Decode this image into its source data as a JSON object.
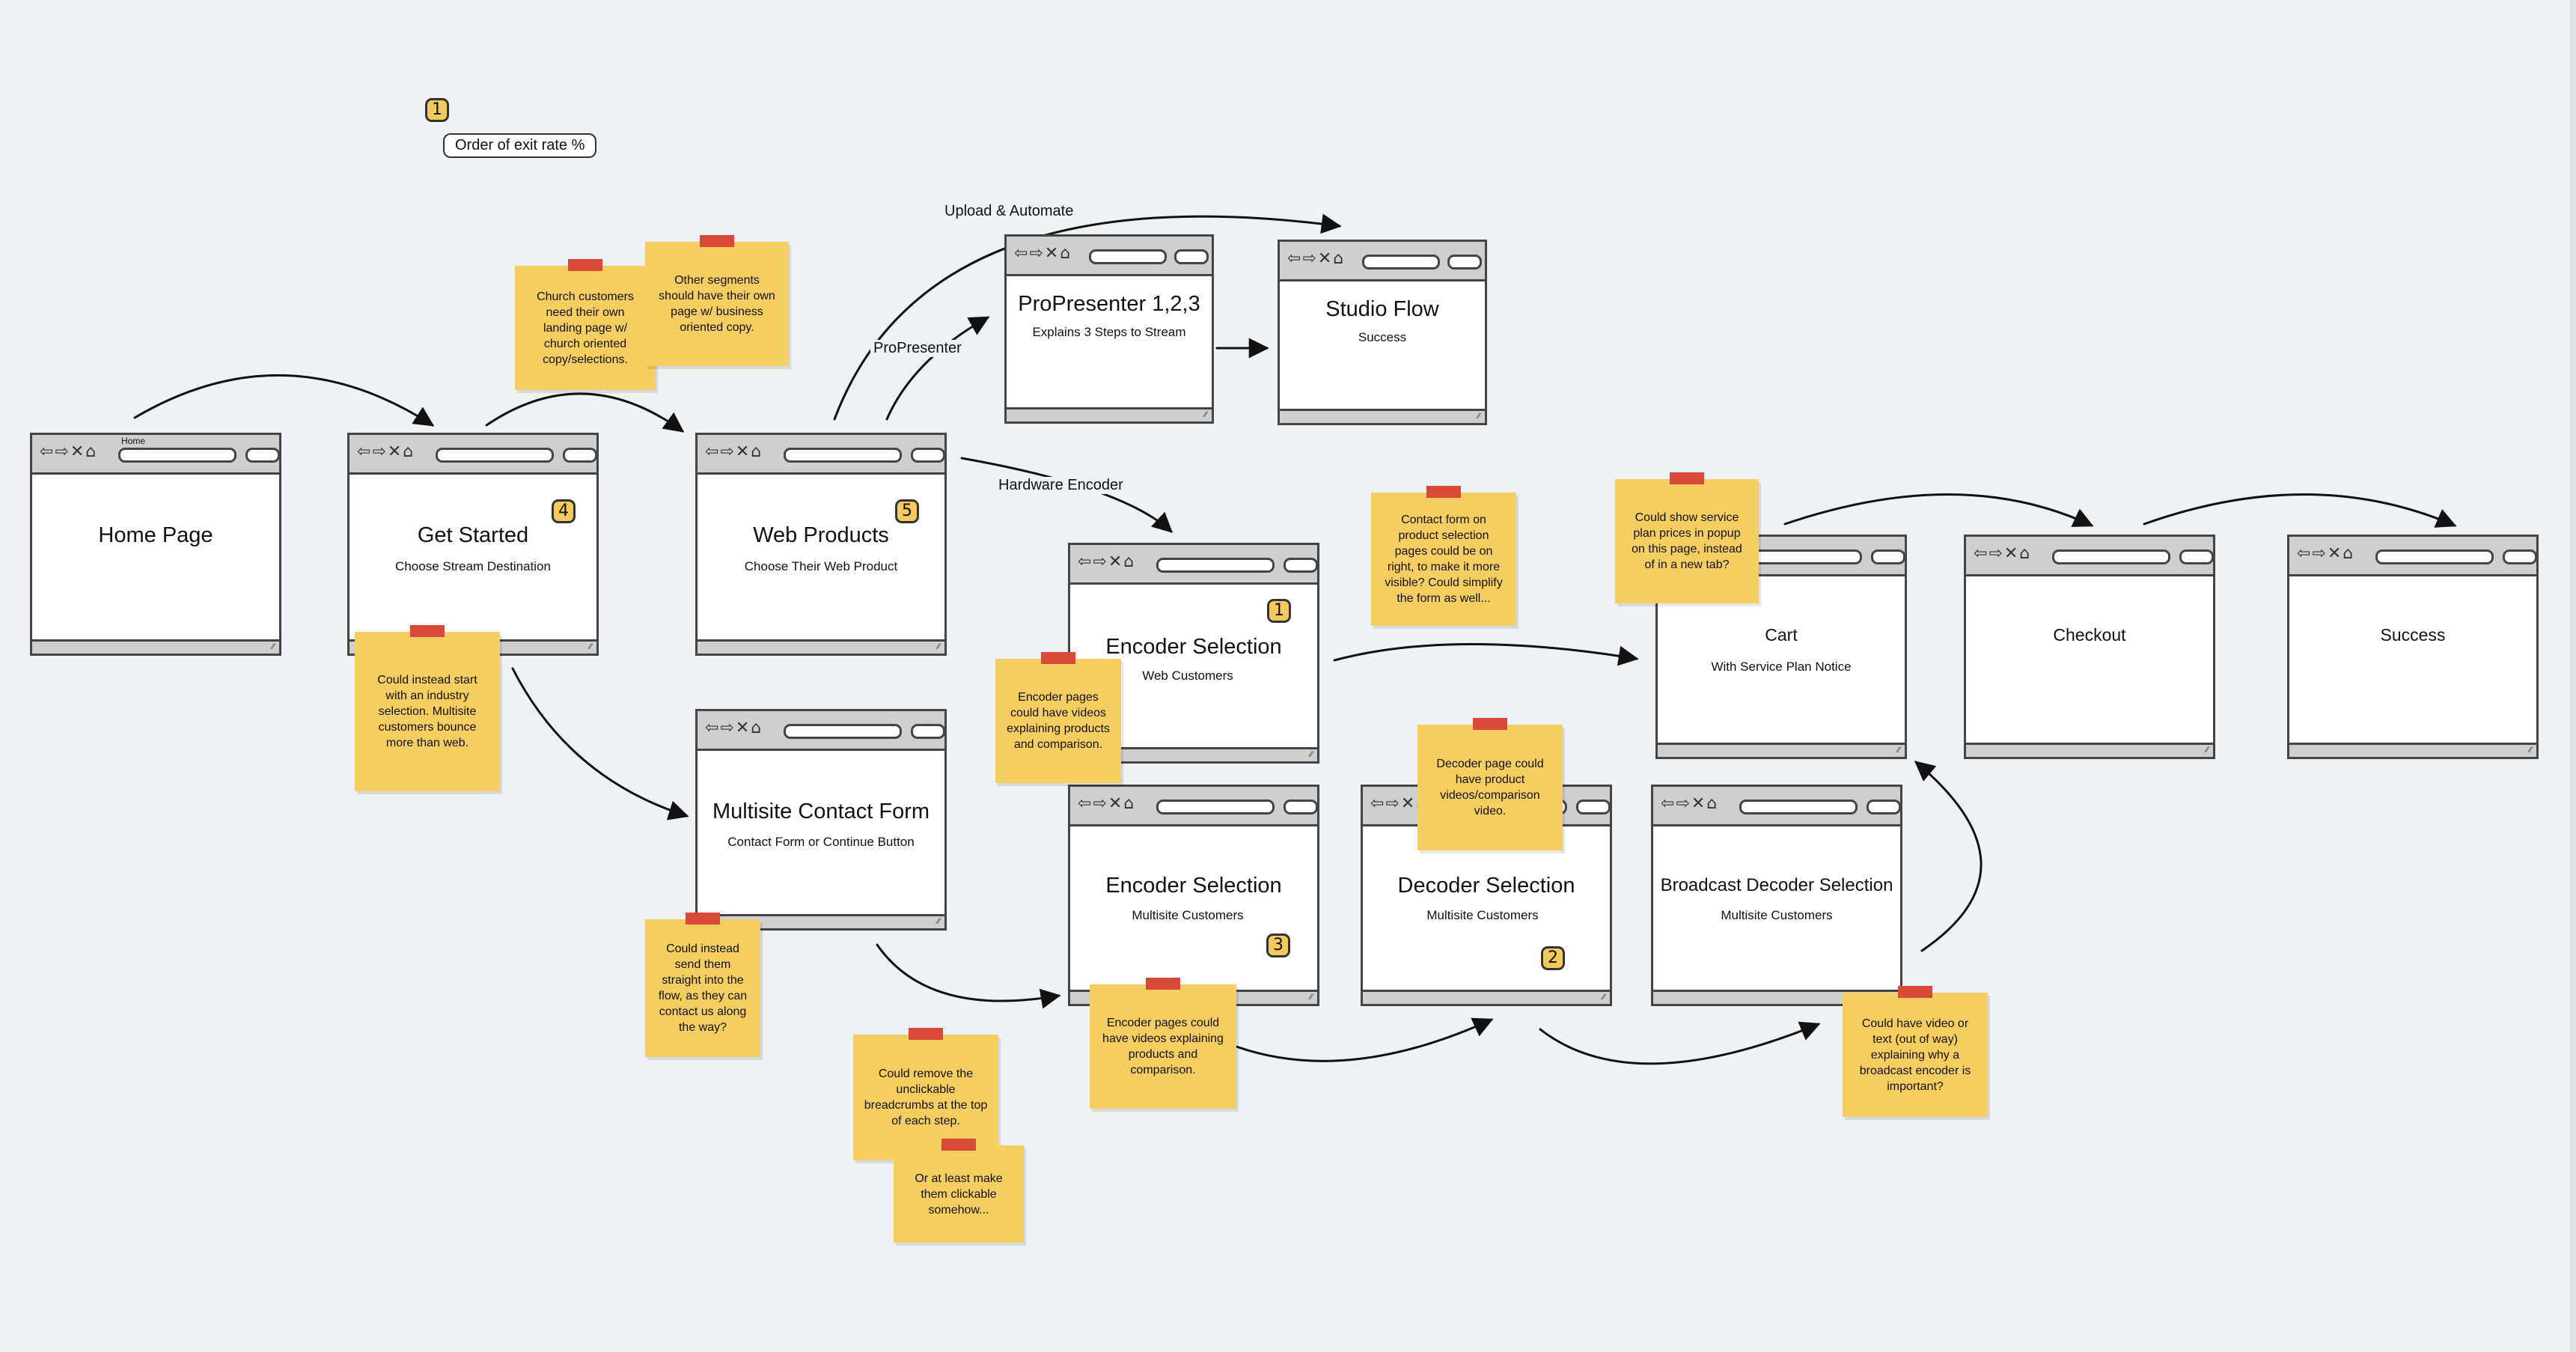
{
  "legend": {
    "badge": "1",
    "label": "Order of exit rate %"
  },
  "windows": {
    "home": {
      "bar_title": "Home",
      "title": "Home Page",
      "subtitle": ""
    },
    "get_started": {
      "title": "Get Started",
      "subtitle": "Choose Stream Destination",
      "badge": "4"
    },
    "web_products": {
      "title": "Web Products",
      "subtitle": "Choose Their Web Product",
      "badge": "5"
    },
    "propresenter": {
      "title": "ProPresenter 1,2,3",
      "subtitle": "Explains 3 Steps to Stream"
    },
    "studio_flow": {
      "title": "Studio Flow",
      "subtitle": "Success"
    },
    "multisite_form": {
      "title": "Multisite Contact Form",
      "subtitle": "Contact Form or Continue Button"
    },
    "encoder_web": {
      "title": "Encoder Selection",
      "subtitle": "Web Customers",
      "badge": "1"
    },
    "encoder_multi": {
      "title": "Encoder Selection",
      "subtitle": "Multisite Customers",
      "badge": "3"
    },
    "decoder": {
      "title": "Decoder Selection",
      "subtitle": "Multisite Customers",
      "badge": "2"
    },
    "broadcast": {
      "title": "Broadcast Decoder Selection",
      "subtitle": "Multisite Customers"
    },
    "cart": {
      "title": "Cart",
      "subtitle": "With Service Plan Notice"
    },
    "checkout": {
      "title": "Checkout",
      "subtitle": ""
    },
    "success": {
      "title": "Success",
      "subtitle": ""
    }
  },
  "arrow_labels": {
    "upload": "Upload & Automate",
    "propresenter": "ProPresenter",
    "hardware": "Hardware Encoder"
  },
  "notes": {
    "church": "Church customers need their own landing page w/ church oriented copy/selections.",
    "segments": "Other segments should have their own page w/ business oriented copy.",
    "industry": "Could instead start with an industry selection. Multisite customers bounce more than web.",
    "straight": "Could instead send them straight into the flow, as they can contact us along the way?",
    "encoder_videos_1": "Encoder pages could have videos explaining products and comparison.",
    "encoder_videos_2": "Encoder pages could have videos explaining products and comparison.",
    "contact_right": "Contact form on product selection pages could be on right, to make it more visible? Could simplify the form as well...",
    "decoder_video": "Decoder page could have product videos/comparison video.",
    "service_plan": "Could show service plan prices in popup on this page, instead of in a new tab?",
    "broadcast_video": "Could have video or text (out of way) explaining why a broadcast encoder is important?",
    "breadcrumbs": "Could remove the unclickable breadcrumbs at the top of each step.",
    "clickable": "Or at least make them clickable somehow..."
  },
  "icons": {
    "nav": [
      "arrow-left-icon",
      "arrow-right-icon",
      "close-icon",
      "home-icon"
    ]
  },
  "colors": {
    "note": "#f4ce61",
    "tape": "#d9493a",
    "badge": "#f4c95d",
    "background": "#eef2f6"
  }
}
